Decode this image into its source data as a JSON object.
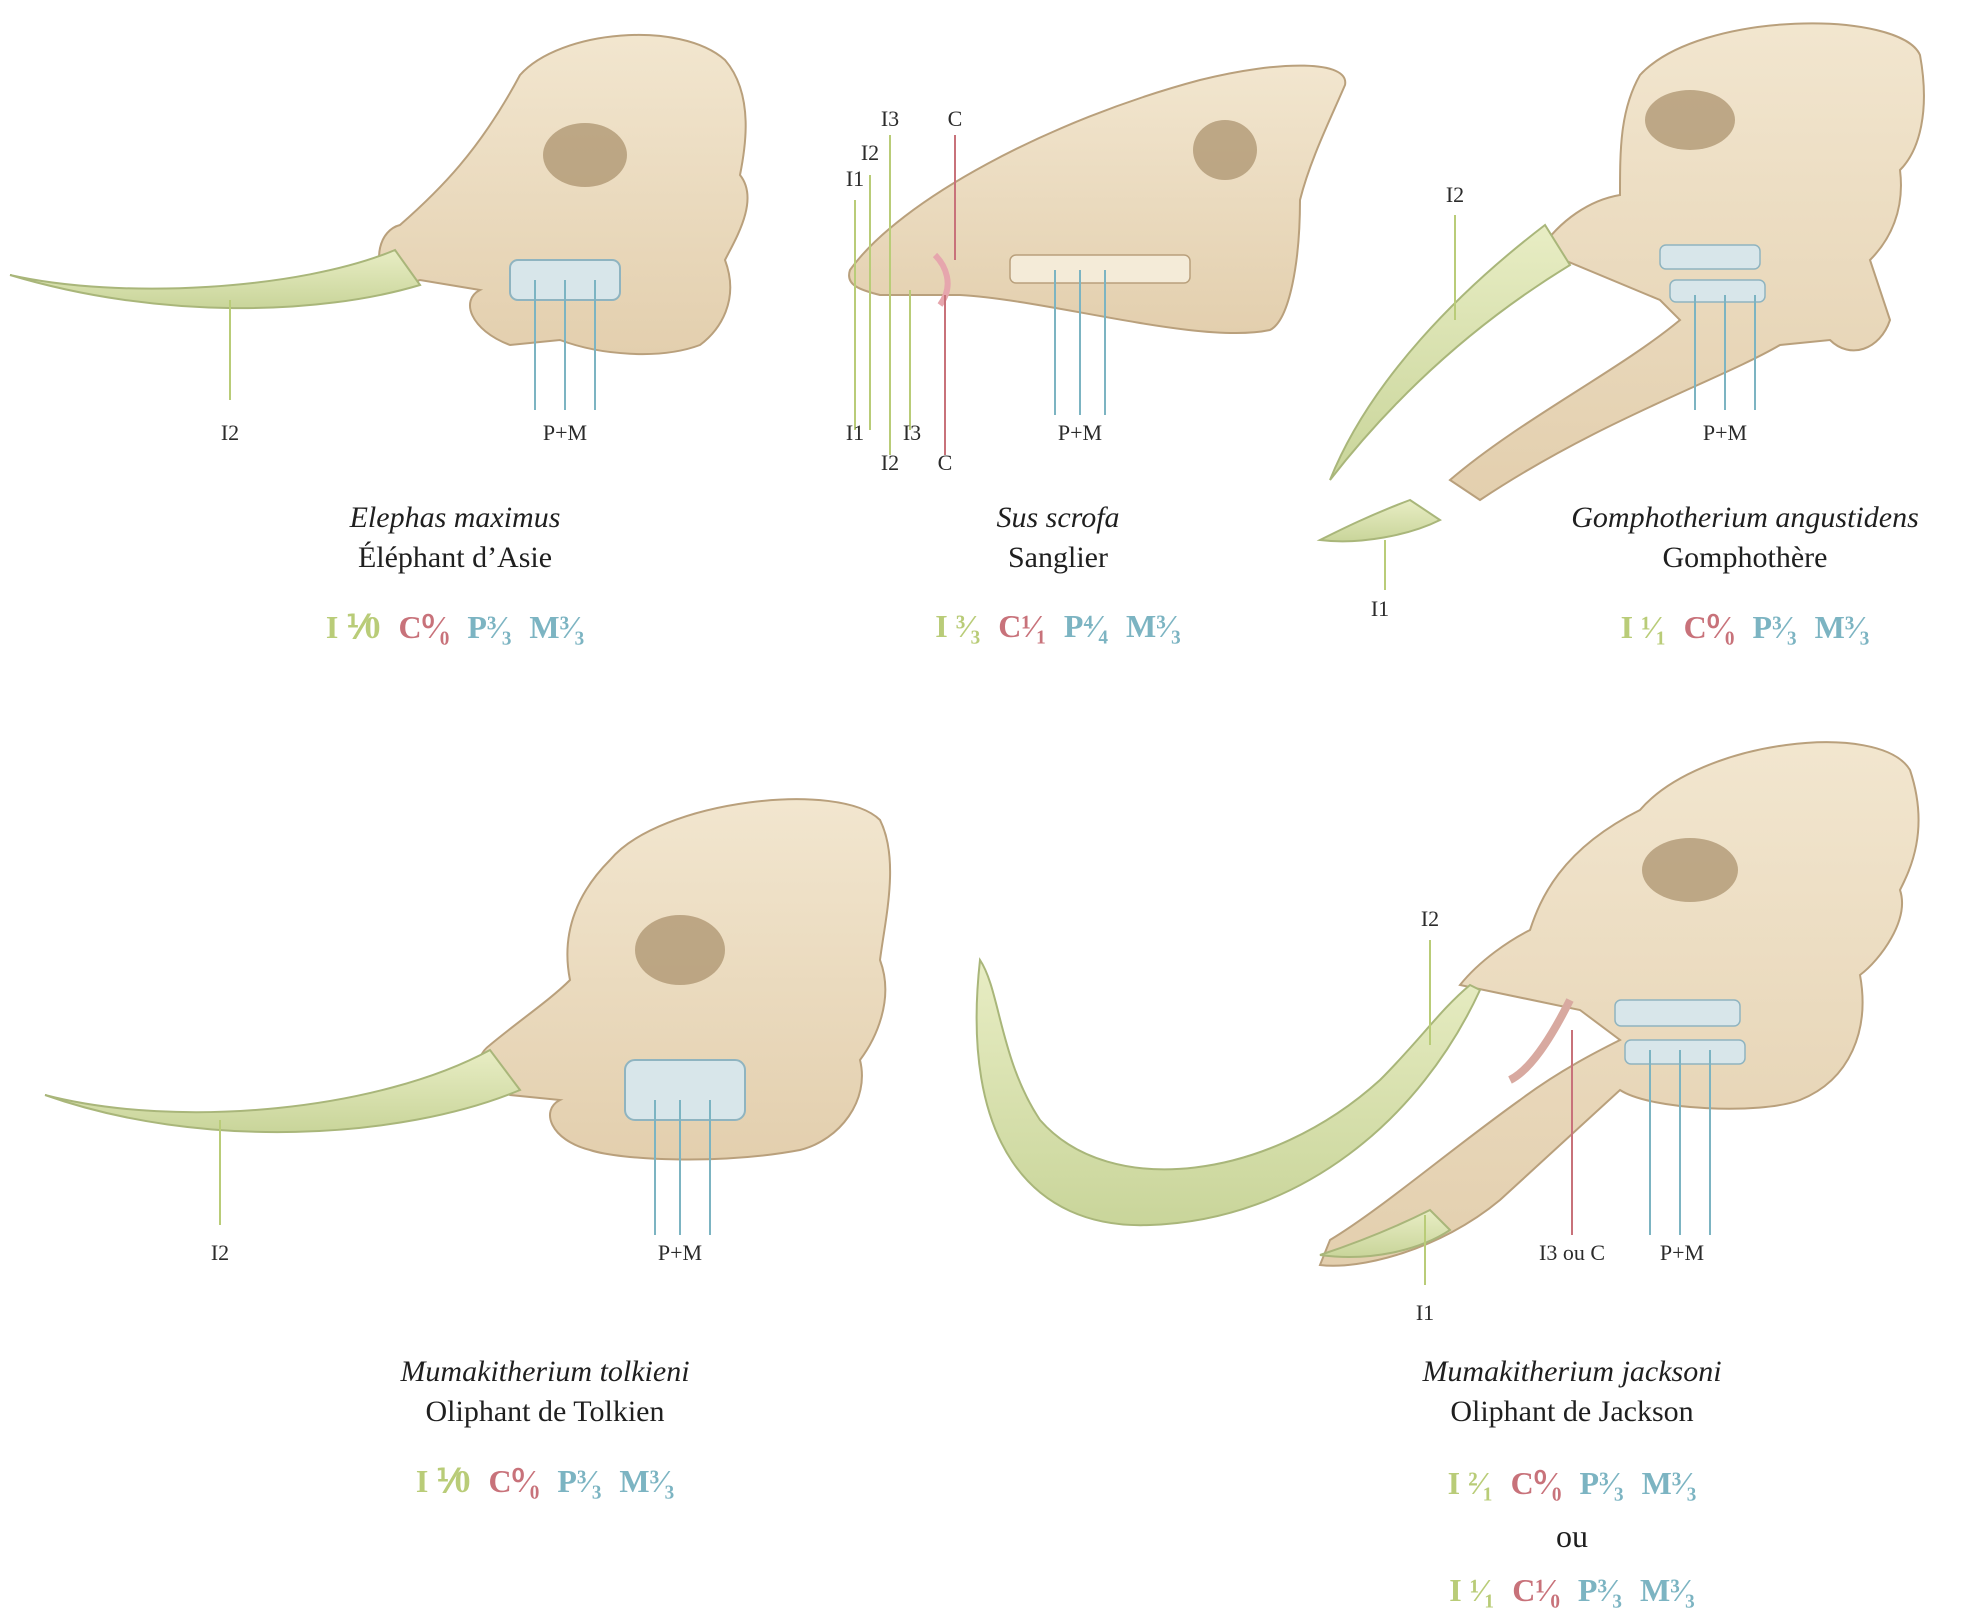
{
  "colors": {
    "incisor": "#b9cc78",
    "canine": "#c8727a",
    "molar": "#7cb4c2",
    "bone": "#ecdcc0",
    "tusk": "#dfe6b6"
  },
  "panels": [
    {
      "id": "elephas",
      "scientific": "Elephas maximus",
      "common": "Éléphant d’Asie",
      "labels": {
        "i2": "I2",
        "pm": "P+M"
      },
      "formula": {
        "i": "I ⅟0",
        "c": "C⁰⁄₀",
        "p": "P³⁄₃",
        "m": "M³⁄₃"
      }
    },
    {
      "id": "sus",
      "scientific": "Sus scrofa",
      "common": "Sanglier",
      "labels": {
        "i1_top": "I1",
        "i2_top": "I2",
        "i3_top": "I3",
        "c_top": "C",
        "i1_bot": "I1",
        "i2_bot": "I2",
        "i3_bot": "I3",
        "c_bot": "C",
        "pm": "P+M"
      },
      "formula": {
        "i": "I ³⁄₃",
        "c": "C¹⁄₁",
        "p": "P⁴⁄₄",
        "m": "M³⁄₃"
      }
    },
    {
      "id": "gomphotherium",
      "scientific": "Gomphotherium angustidens",
      "common": "Gomphothère",
      "labels": {
        "i2": "I2",
        "i1": "I1",
        "pm": "P+M"
      },
      "formula": {
        "i": "I ¹⁄₁",
        "c": "C⁰⁄₀",
        "p": "P³⁄₃",
        "m": "M³⁄₃"
      }
    },
    {
      "id": "tolkieni",
      "scientific": "Mumakitherium tolkieni",
      "common": "Oliphant de Tolkien",
      "labels": {
        "i2": "I2",
        "pm": "P+M"
      },
      "formula": {
        "i": "I ⅟0",
        "c": "C⁰⁄₀",
        "p": "P³⁄₃",
        "m": "M³⁄₃"
      }
    },
    {
      "id": "jacksoni",
      "scientific": "Mumakitherium jacksoni",
      "common": "Oliphant de Jackson",
      "labels": {
        "i2": "I2",
        "i1": "I1",
        "i3c": "I3 ou C",
        "pm": "P+M"
      },
      "formula": {
        "i": "I ²⁄₁",
        "c": "C⁰⁄₀",
        "p": "P³⁄₃",
        "m": "M³⁄₃"
      },
      "or": "ou",
      "formula_alt": {
        "i": "I ¹⁄₁",
        "c": "C¹⁄₀",
        "p": "P³⁄₃",
        "m": "M³⁄₃"
      }
    }
  ]
}
